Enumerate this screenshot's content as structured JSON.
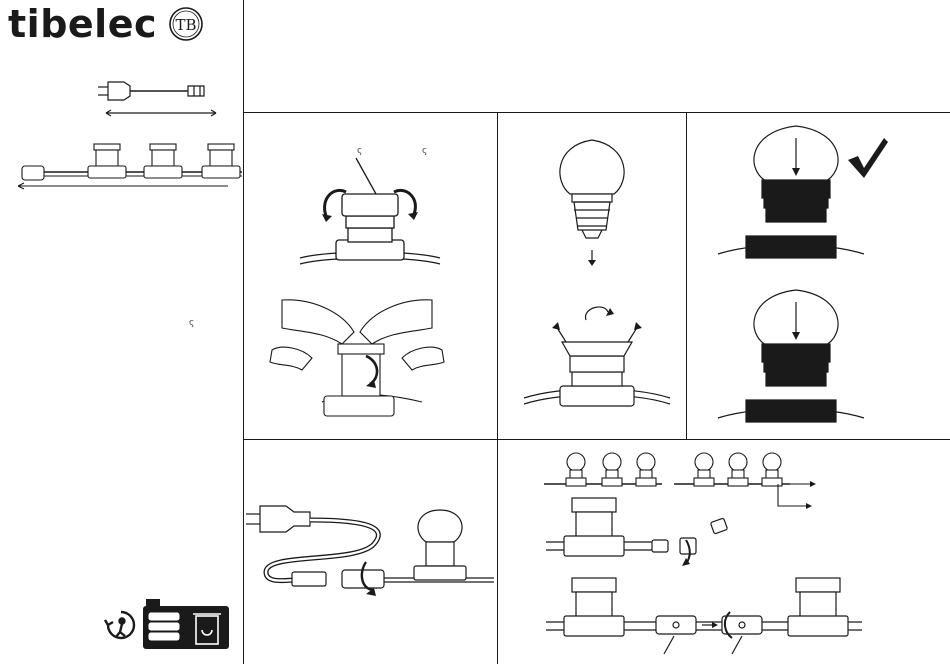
{
  "brand": {
    "name": "tibelec",
    "logo_monogram": "TB"
  },
  "marks": {
    "m1": "ς",
    "m2": "ς",
    "m3": "ς"
  },
  "icons": [
    "plug-cable-icon",
    "festoon-string-icon",
    "checkmark-icon",
    "recycle-person-icon",
    "battery-recycle-icon"
  ]
}
